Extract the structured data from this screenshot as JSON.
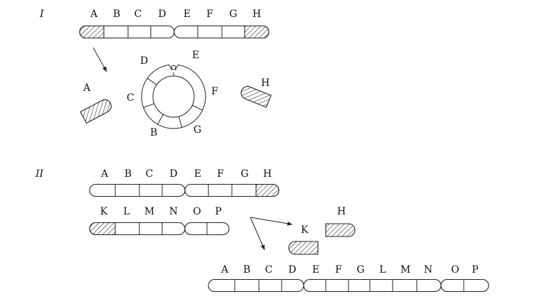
{
  "panel_1": {
    "label": "I",
    "chromosome_labels": [
      "A",
      "B",
      "C",
      "D",
      "E",
      "F",
      "G",
      "H"
    ],
    "ring_labels": {
      "D": "D",
      "E": "E",
      "F": "F",
      "G": "G",
      "B": "B",
      "C": "C"
    },
    "fragment_a_label": "A",
    "fragment_h_label": "H"
  },
  "panel_2": {
    "label": "II",
    "chromosome_1_labels": [
      "A",
      "B",
      "C",
      "D",
      "E",
      "F",
      "G",
      "H"
    ],
    "chromosome_2_labels": [
      "K",
      "L",
      "M",
      "N",
      "O",
      "P"
    ],
    "fragment_h_label": "H",
    "fragment_k_label": "K",
    "fused_labels": [
      "A",
      "B",
      "C",
      "D",
      "E",
      "F",
      "G",
      "L",
      "M",
      "N",
      "O",
      "P"
    ]
  }
}
